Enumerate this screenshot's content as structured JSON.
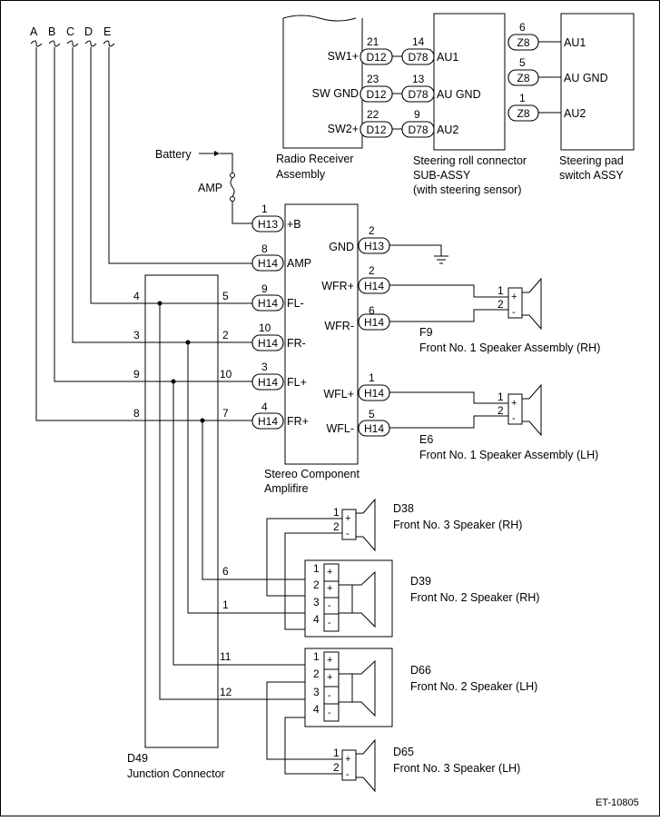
{
  "bus_letters": [
    "A",
    "B",
    "C",
    "D",
    "E"
  ],
  "radio": {
    "name_line1": "Radio Receiver",
    "name_line2": "Assembly",
    "rows": [
      {
        "pin": "SW1+",
        "d12_pin": "21",
        "d78_pin": "14",
        "roll_pin": "AU1"
      },
      {
        "pin": "SW GND",
        "d12_pin": "23",
        "d78_pin": "13",
        "roll_pin": "AU GND"
      },
      {
        "pin": "SW2+",
        "d12_pin": "22",
        "d78_pin": "9",
        "roll_pin": "AU2"
      }
    ],
    "conn_d12": "D12",
    "conn_d78": "D78"
  },
  "roll_connector": {
    "name_line1": "Steering roll connector",
    "name_line2": "SUB-ASSY",
    "name_line3": "(with steering sensor)",
    "z8_pins": [
      "6",
      "5",
      "1"
    ],
    "conn_z8": "Z8"
  },
  "steering_pad": {
    "name_line1": "Steering pad",
    "name_line2": "switch ASSY",
    "pins": [
      "AU1",
      "AU GND",
      "AU2"
    ]
  },
  "battery": {
    "label": "Battery",
    "fuse_label": "AMP"
  },
  "amplifier": {
    "name_line1": "Stereo Component",
    "name_line2": "Amplifire",
    "left_pins": [
      {
        "num": "1",
        "conn": "H13",
        "name": "+B"
      },
      {
        "num": "8",
        "conn": "H14",
        "name": "AMP"
      },
      {
        "num": "9",
        "conn": "H14",
        "name": "FL-"
      },
      {
        "num": "10",
        "conn": "H14",
        "name": "FR-"
      },
      {
        "num": "3",
        "conn": "H14",
        "name": "FL+"
      },
      {
        "num": "4",
        "conn": "H14",
        "name": "FR+"
      }
    ],
    "right_pins": [
      {
        "num": "2",
        "conn": "H13",
        "name": "GND"
      },
      {
        "num": "2",
        "conn": "H14",
        "name": "WFR+"
      },
      {
        "num": "6",
        "conn": "H14",
        "name": "WFR-"
      },
      {
        "num": "1",
        "conn": "H14",
        "name": "WFL+"
      },
      {
        "num": "5",
        "conn": "H14",
        "name": "WFL-"
      }
    ]
  },
  "junction": {
    "name_line1": "D49",
    "name_line2": "Junction Connector",
    "left_pins": [
      "4",
      "3",
      "9",
      "8"
    ],
    "right_upper_pins": [
      "5",
      "2",
      "10",
      "7"
    ],
    "right_lower_pins": [
      "6",
      "1",
      "11",
      "12"
    ]
  },
  "speakers": {
    "f9": {
      "id": "F9",
      "name": "Front No. 1 Speaker Assembly (RH)",
      "pins": [
        "1",
        "2"
      ]
    },
    "e6": {
      "id": "E6",
      "name": "Front No. 1 Speaker Assembly (LH)",
      "pins": [
        "1",
        "2"
      ]
    },
    "d38": {
      "id": "D38",
      "name": "Front No. 3 Speaker (RH)",
      "pins": [
        "1",
        "2"
      ]
    },
    "d39": {
      "id": "D39",
      "name": "Front No. 2 Speaker (RH)",
      "pins": [
        "1",
        "2",
        "3",
        "4"
      ]
    },
    "d66": {
      "id": "D66",
      "name": "Front No. 2 Speaker (LH)",
      "pins": [
        "1",
        "2",
        "3",
        "4"
      ]
    },
    "d65": {
      "id": "D65",
      "name": "Front No. 3 Speaker (LH)",
      "pins": [
        "1",
        "2"
      ]
    }
  },
  "polarity": {
    "plus": "+",
    "minus": "-"
  },
  "figure_code": "ET-10805"
}
